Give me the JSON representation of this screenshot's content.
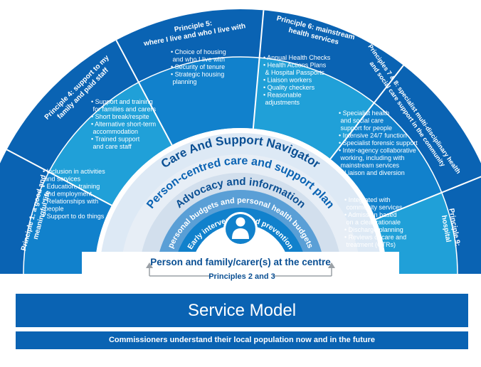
{
  "navigator_title": "Care And Support Navigator",
  "ring2_title": "Person-centred care and support plan",
  "ring3_title": "Advocacy and information",
  "ring4_title": "personal budgets and personal health budgets",
  "ring5_title": "Early intervention and prevention",
  "person_icon": "person-icon",
  "centre_label": "Person and family/carer(s) at the centre",
  "principles_2_3_label": "Principles 2 and 3",
  "service_model_label": "Service Model",
  "commissioners_label": "Commissioners understand their local population now and in the future",
  "colors": {
    "dark_blue": "#0a63b3",
    "mid_blue": "#1181cc",
    "light_blue": "#20a0d8",
    "white": "#ffffff"
  },
  "principles": [
    {
      "title": [
        "Principle 1: a good and",
        "meaningful life"
      ],
      "bullets": [
        "• Inclusion in activities",
        "  and services",
        "• Education, training",
        "  and employment",
        "• Relationships with",
        "  people",
        "• Support to do things"
      ]
    },
    {
      "title": [
        "Principle 4: support to my",
        "family and paid staff"
      ],
      "bullets": [
        "• Support and training",
        "  for families and carers",
        "• Short break/respite",
        "• Alternative short-term",
        "  accommodation",
        "• Trained support",
        "  and care staff"
      ]
    },
    {
      "title": [
        "Principle 5:",
        "where I live and who I live with"
      ],
      "bullets": [
        "• Choice of housing",
        "  and who I live with",
        "• Security of tenure",
        "• Strategic housing",
        "  planning"
      ]
    },
    {
      "title": [
        "Principle 6: mainstream",
        "health services"
      ],
      "bullets": [
        "• Annual Health Checks",
        "• Health Actions Plans",
        "  & Hospital Passports",
        "• Liaison workers",
        "• Quality checkers",
        "• Reasonable",
        "  adjustments"
      ]
    },
    {
      "title": [
        "Principles 7 & 8: specialist multi-disciplinary health",
        "and social care support in the community"
      ],
      "bullets": [
        "• Specialist health",
        "  and social care",
        "  support for people",
        "• Intensive 24/7 function",
        "• Specialist forensic support",
        "• Inter-agency collaborative",
        "  working, including with",
        "  mainstream services",
        "  • Liaison and diversion"
      ]
    },
    {
      "title": [
        "Principle 9:",
        "hospital"
      ],
      "bullets": [
        "• Integrated with",
        "  community services",
        "• Admission based",
        "  on a clear rationale",
        "• Discharge planning",
        "• Reviews of care and",
        "  treatment (CTRs)"
      ]
    }
  ]
}
